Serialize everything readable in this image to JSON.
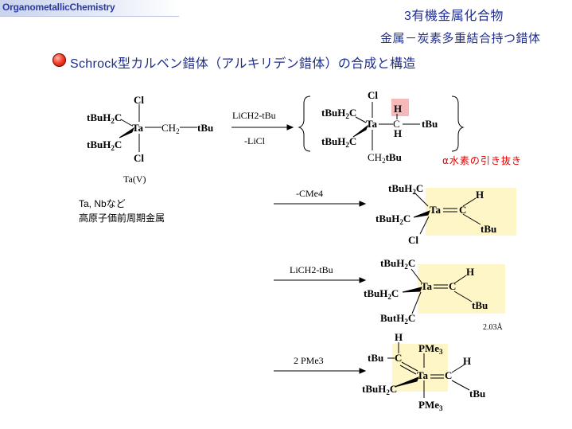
{
  "header": {
    "brand": "OrganometallicChemistry",
    "title": "3有機金属化合物",
    "subtitle": "金属－炭素多重結合持つ錯体",
    "section": "Schrock型カルベン錯体（アルキリデン錯体）の合成と構造"
  },
  "labels": {
    "oxidation_state": "Ta(V)",
    "note_line1": "Ta, Nbなど",
    "note_line2": "高原子価前周期金属",
    "alpha_h": "α水素の引き抜き",
    "bond_length": "2.03Å"
  },
  "reagents": {
    "r1_top": "LiCH2-tBu",
    "r1_bottom": "-LiCl",
    "r2": "-CMe4",
    "r3": "LiCH2-tBu",
    "r4": "2 PMe3"
  },
  "colors": {
    "title_blue": "#1f2e8e",
    "highlight_yellow": "#fff6c8",
    "highlight_pink": "#f6b8b8",
    "alpha_red": "#e00000"
  }
}
